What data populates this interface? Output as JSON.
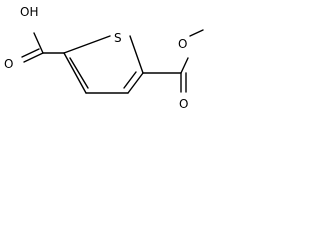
{
  "molecule": {
    "atoms": {
      "hydroxyl_label": "OH",
      "acid_carbonyl_oxygen": "O",
      "ring_sulfur": "S",
      "ester_carbonyl_oxygen": "O",
      "ester_oxygen": "O"
    }
  }
}
